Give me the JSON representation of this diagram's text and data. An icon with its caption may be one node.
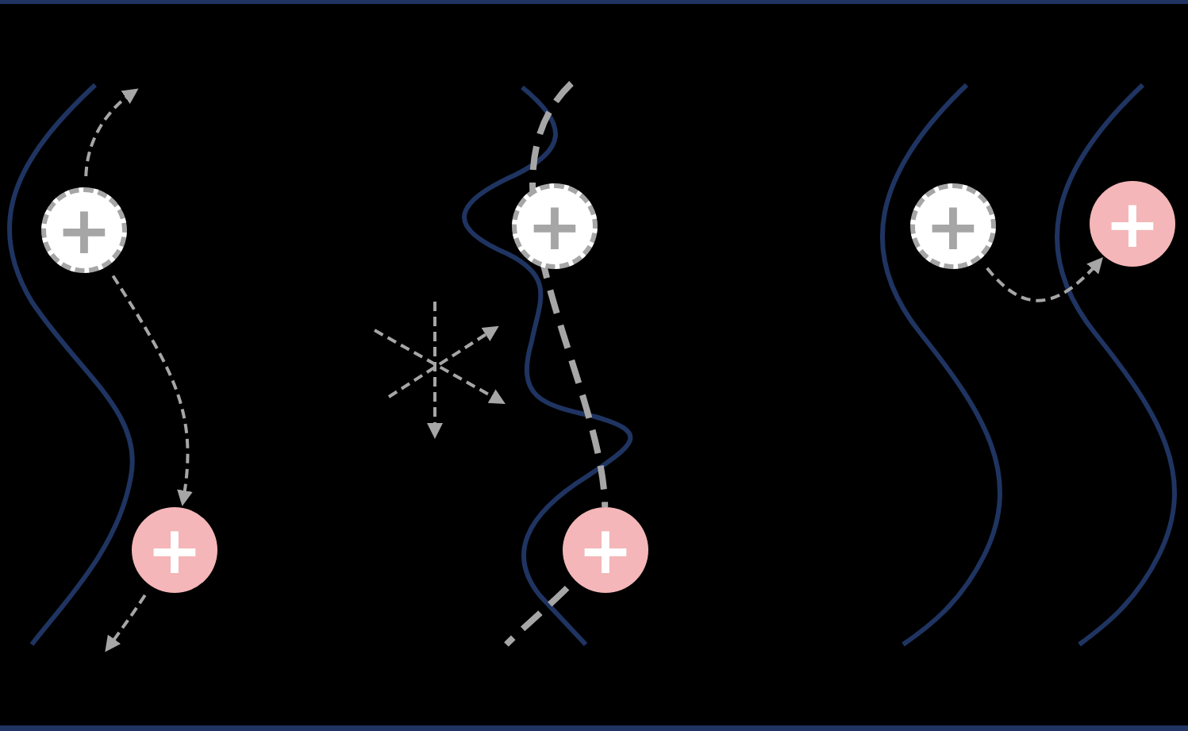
{
  "diagram": {
    "nodes": [
      {
        "text": [
          "+"
        ]
      },
      {
        "text": [
          "+"
        ]
      },
      {
        "text": [
          "+"
        ]
      },
      {
        "text": [
          "+"
        ]
      },
      {
        "text": [
          "+"
        ]
      },
      {
        "text": [
          "+"
        ]
      }
    ],
    "edges": [
      {
        "from": 0,
        "to": null,
        "arrow": "to",
        "style": "dashed"
      },
      {
        "from": 0,
        "to": 1,
        "arrow": "to",
        "style": "dashed"
      },
      {
        "from": 1,
        "to": null,
        "arrow": "to",
        "style": "dashed"
      },
      {
        "from": null,
        "to": 3,
        "arrow": "none",
        "style": "dashed"
      },
      {
        "from": 3,
        "to": null,
        "arrow": "none",
        "style": "dashed"
      },
      {
        "from": 4,
        "to": 5,
        "arrow": "to",
        "style": "dashed"
      }
    ]
  }
}
